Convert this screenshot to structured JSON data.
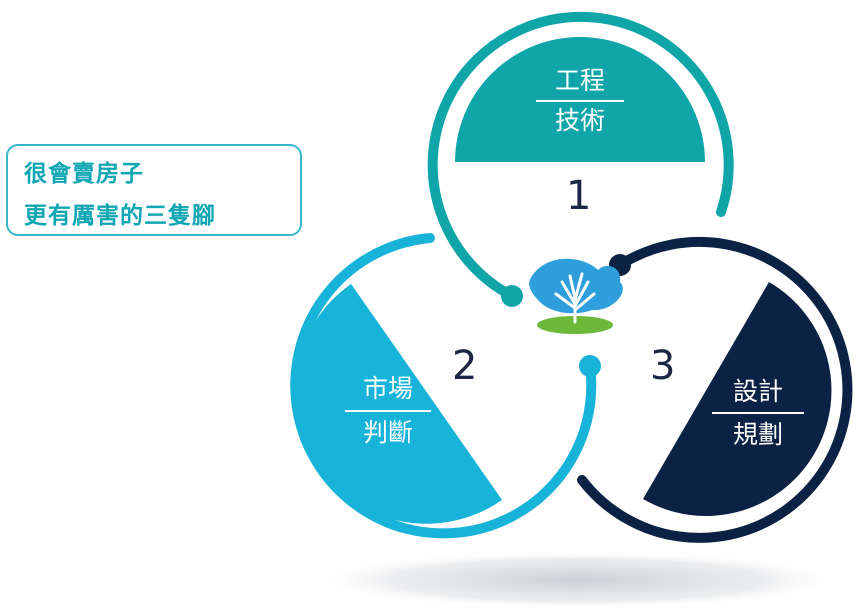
{
  "callout": {
    "line1": "很會賣房子",
    "line2": "更有厲害的三隻腳"
  },
  "segments": [
    {
      "number": "1",
      "top_text": "工程",
      "bottom_text": "技術",
      "color": "#0fa5a9"
    },
    {
      "number": "2",
      "top_text": "市場",
      "bottom_text": "判斷",
      "color": "#18b3d8"
    },
    {
      "number": "3",
      "top_text": "設計",
      "bottom_text": "規劃",
      "color": "#0b2244"
    }
  ],
  "colors": {
    "accent_teal": "#10a6b4",
    "callout_border": "#35b6c9",
    "logo_blue": "#2e9fdc",
    "logo_green": "#6cb83a"
  },
  "center_icon": "tree-leaf-logo-icon"
}
